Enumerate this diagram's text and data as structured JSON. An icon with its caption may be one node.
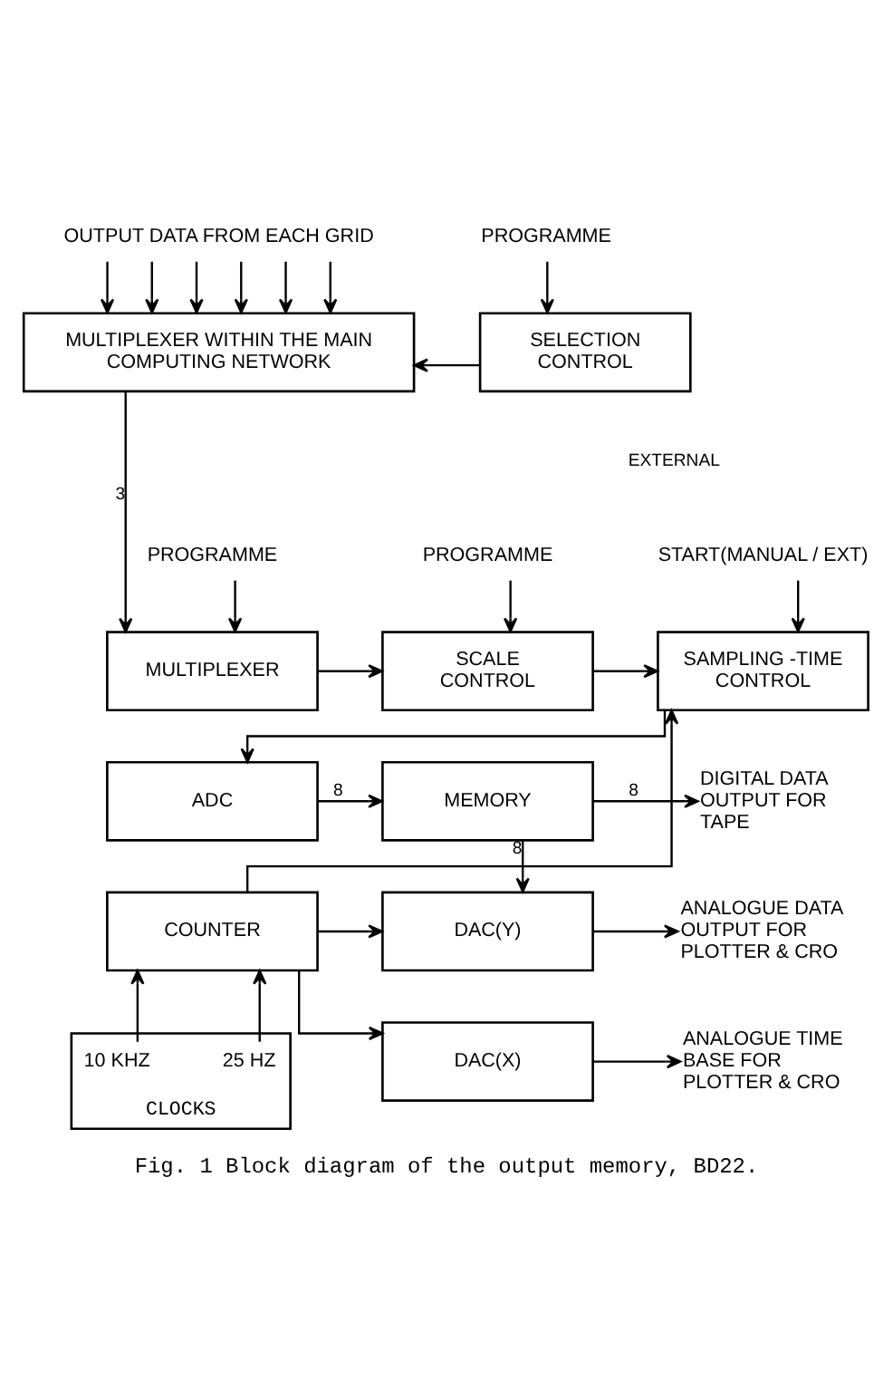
{
  "diagram": {
    "caption": "Fig. 1 Block diagram of the output memory, BD22.",
    "nodes": [
      {
        "text": [
          "OUTPUT DATA FROM EACH GRID"
        ]
      },
      {
        "text": [
          "PROGRAMME"
        ]
      },
      {
        "text": [
          "MULTIPLEXER WITHIN THE MAIN COMPUTING NETWORK"
        ]
      },
      {
        "text": [
          "SELECTION CONTROL"
        ]
      },
      {
        "text": [
          "PROGRAMME"
        ]
      },
      {
        "text": [
          "PROGRAMME"
        ]
      },
      {
        "text": [
          "START(MANUAL / EXT)"
        ]
      },
      {
        "text": [
          "MULTIPLEXER"
        ]
      },
      {
        "text": [
          "SCALE CONTROL"
        ]
      },
      {
        "text": [
          "SAMPLING -TIME CONTROL"
        ]
      },
      {
        "text": [
          "ADC"
        ]
      },
      {
        "text": [
          "MEMORY"
        ]
      },
      {
        "text": [
          "DIGITAL DATA OUTPUT FOR TAPE"
        ]
      },
      {
        "text": [
          "COUNTER"
        ]
      },
      {
        "text": [
          "DAC(Y)"
        ]
      },
      {
        "text": [
          "ANALOGUE DATA OUTPUT FOR PLOTTER & CRO"
        ]
      },
      {
        "text": [
          "CLOCKS"
        ]
      },
      {
        "text": [
          "10 KHZ"
        ],
        "in": 16
      },
      {
        "text": [
          "25 HZ"
        ],
        "in": 16
      },
      {
        "text": [
          "DAC(X)"
        ]
      },
      {
        "text": [
          "ANALOGUE TIME BASE FOR PLOTTER & CRO"
        ]
      }
    ],
    "edges": [
      {
        "from": 0,
        "to": 2,
        "arrow": "to"
      },
      {
        "from": 0,
        "to": 2,
        "arrow": "to"
      },
      {
        "from": 0,
        "to": 2,
        "arrow": "to"
      },
      {
        "from": 0,
        "to": 2,
        "arrow": "to"
      },
      {
        "from": 0,
        "to": 2,
        "arrow": "to"
      },
      {
        "from": 0,
        "to": 2,
        "arrow": "to"
      },
      {
        "from": 1,
        "to": 3,
        "arrow": "to"
      },
      {
        "from": 3,
        "to": 2,
        "arrow": "to"
      },
      {
        "from": 2,
        "to": 7,
        "arrow": "to",
        "label": "3"
      },
      {
        "from": 4,
        "to": 7,
        "arrow": "to"
      },
      {
        "from": 5,
        "to": 8,
        "arrow": "to"
      },
      {
        "from": 6,
        "to": 9,
        "arrow": "to"
      },
      {
        "from": 7,
        "to": 8,
        "arrow": "to"
      },
      {
        "from": 8,
        "to": 9,
        "arrow": "to"
      },
      {
        "from": 9,
        "to": 10,
        "arrow": "to"
      },
      {
        "from": 10,
        "to": 11,
        "arrow": "to",
        "label": "8"
      },
      {
        "from": 11,
        "to": 12,
        "arrow": "to",
        "label": "8"
      },
      {
        "from": 11,
        "to": 14,
        "arrow": "to",
        "label": "8"
      },
      {
        "from": 13,
        "to": 9,
        "arrow": "to"
      },
      {
        "from": 13,
        "to": 14,
        "arrow": "to"
      },
      {
        "from": 13,
        "to": 19,
        "arrow": "to"
      },
      {
        "from": 14,
        "to": 15,
        "arrow": "to"
      },
      {
        "from": 17,
        "to": 13,
        "arrow": "to"
      },
      {
        "from": 18,
        "to": 13,
        "arrow": "to"
      },
      {
        "from": 19,
        "to": 20,
        "arrow": "to"
      }
    ],
    "labels": [
      "EXTERNAL"
    ]
  }
}
